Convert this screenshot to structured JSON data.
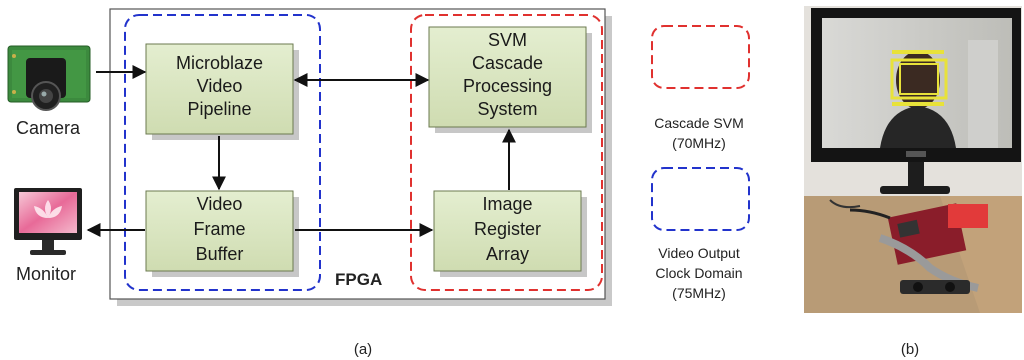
{
  "fpga_label": "FPGA",
  "blocks": {
    "microblaze": [
      "Microblaze",
      "Video",
      "Pipeline"
    ],
    "svm": [
      "SVM",
      "Cascade",
      "Processing",
      "System"
    ],
    "frame_buffer": [
      "Video",
      "Frame",
      "Buffer"
    ],
    "register_array": [
      "Image",
      "Register",
      "Array"
    ]
  },
  "devices": {
    "camera": "Camera",
    "monitor": "Monitor"
  },
  "legend": {
    "svm_clock": [
      "Cascade SVM",
      "(70MHz)"
    ],
    "video_clock": [
      "Video Output",
      "Clock Domain",
      "(75MHz)"
    ]
  },
  "captions": {
    "a": "(a)",
    "b": "(b)"
  },
  "colors": {
    "block_fill": "#d7e4bd",
    "block_stroke": "#6b7a4f",
    "red_domain": "#e0312f",
    "blue_domain": "#2233cc",
    "board_fill": "#ffffff",
    "board_shadow": "#cfcfcf"
  }
}
